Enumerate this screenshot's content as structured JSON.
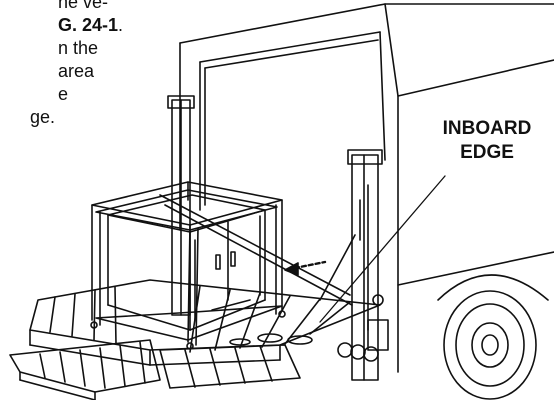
{
  "doc_text": {
    "line1": "he ve-",
    "line2_bold": "G. 24-1",
    "line2_tail": ".",
    "line3": "n the",
    "line4": "area",
    "line5": "e",
    "line6": "ge."
  },
  "callout": {
    "line1": "INBOARD",
    "line2": "EDGE"
  },
  "figure": {
    "subject": "truck with rear wheelchair lift platform carrying a cabinet",
    "stroke_color": "#111111",
    "background_color": "#ffffff"
  }
}
